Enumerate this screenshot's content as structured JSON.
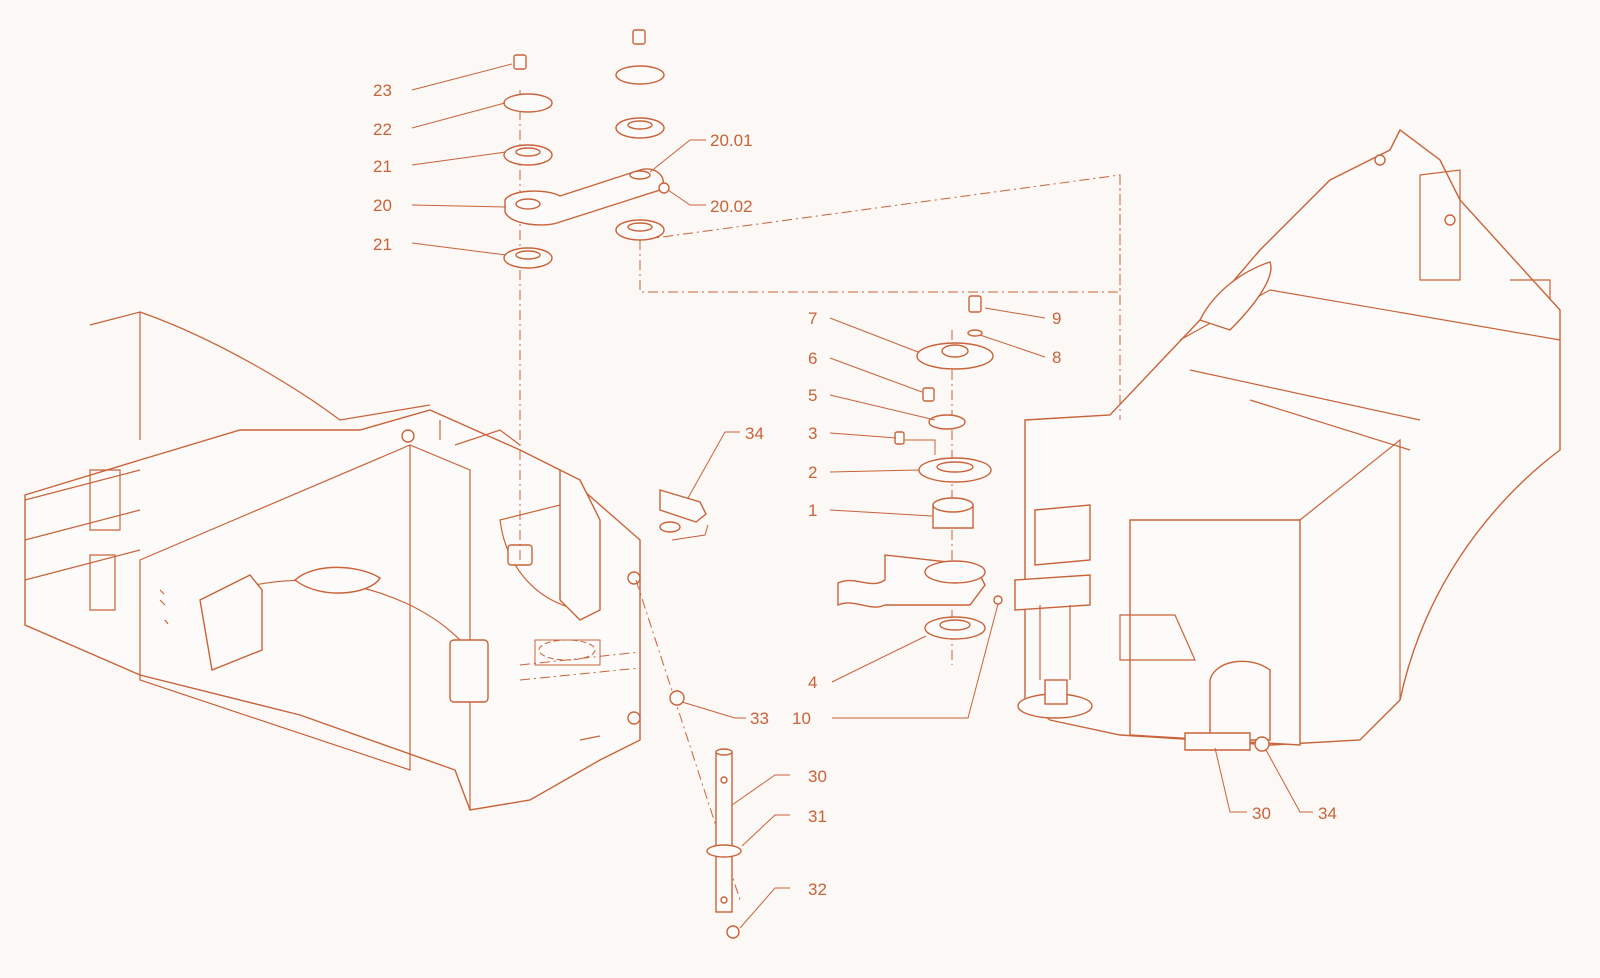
{
  "colors": {
    "line": "#c8633a",
    "label": "#c8633a",
    "background": "#fbf8f5",
    "fill": "#fdfbf9"
  },
  "labels": [
    {
      "id": "23",
      "text": "23"
    },
    {
      "id": "22",
      "text": "22"
    },
    {
      "id": "21a",
      "text": "21"
    },
    {
      "id": "20",
      "text": "20"
    },
    {
      "id": "21b",
      "text": "21"
    },
    {
      "id": "2001",
      "text": "20.01"
    },
    {
      "id": "2002",
      "text": "20.02"
    },
    {
      "id": "7",
      "text": "7"
    },
    {
      "id": "9",
      "text": "9"
    },
    {
      "id": "8",
      "text": "8"
    },
    {
      "id": "6",
      "text": "6"
    },
    {
      "id": "5",
      "text": "5"
    },
    {
      "id": "3",
      "text": "3"
    },
    {
      "id": "34a",
      "text": "34"
    },
    {
      "id": "2",
      "text": "2"
    },
    {
      "id": "1",
      "text": "1"
    },
    {
      "id": "4",
      "text": "4"
    },
    {
      "id": "33",
      "text": "33"
    },
    {
      "id": "10",
      "text": "10"
    },
    {
      "id": "30a",
      "text": "30"
    },
    {
      "id": "31",
      "text": "31"
    },
    {
      "id": "32",
      "text": "32"
    },
    {
      "id": "30b",
      "text": "30"
    },
    {
      "id": "34b",
      "text": "34"
    }
  ]
}
